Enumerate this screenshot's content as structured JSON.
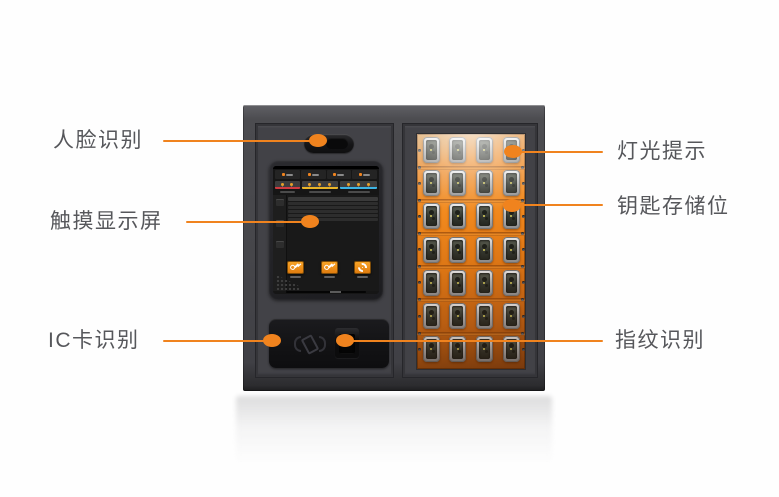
{
  "annotations": [
    {
      "id": "face",
      "label": "人脸识别",
      "side": "left",
      "target": "face-camera"
    },
    {
      "id": "screen",
      "label": "触摸显示屏",
      "side": "left",
      "target": "touch-screen"
    },
    {
      "id": "ic-card",
      "label": "IC卡识别",
      "side": "left",
      "target": "ic-card-reader"
    },
    {
      "id": "light",
      "label": "灯光提示",
      "side": "right",
      "target": "light-indicator"
    },
    {
      "id": "key-storage",
      "label": "钥匙存储位",
      "side": "right",
      "target": "key-slot-grid"
    },
    {
      "id": "fingerprint",
      "label": "指纹识别",
      "side": "right",
      "target": "fingerprint-scanner"
    }
  ],
  "colors": {
    "accent_orange": "#f0831e",
    "label_text": "#56575b",
    "key_panel_orange": "#ee8420",
    "cabinet_gray": "#47474b",
    "screen_group_red": "#cf3a40",
    "screen_group_yellow": "#e8b429",
    "screen_group_blue": "#3db3e3"
  },
  "device": {
    "key_grid": {
      "rows": 7,
      "cols": 4,
      "total_slots": 28
    },
    "screen": {
      "tabs": 4,
      "key_groups": [
        {
          "color": "#cf3a40",
          "keys": 2
        },
        {
          "color": "#e8b429",
          "keys": 3
        },
        {
          "color": "#3db3e3",
          "keys": 3
        }
      ],
      "table_rows": 5,
      "action_buttons": [
        {
          "icon": "key-icon"
        },
        {
          "icon": "key-icon"
        },
        {
          "icon": "gear-icon"
        }
      ]
    }
  }
}
